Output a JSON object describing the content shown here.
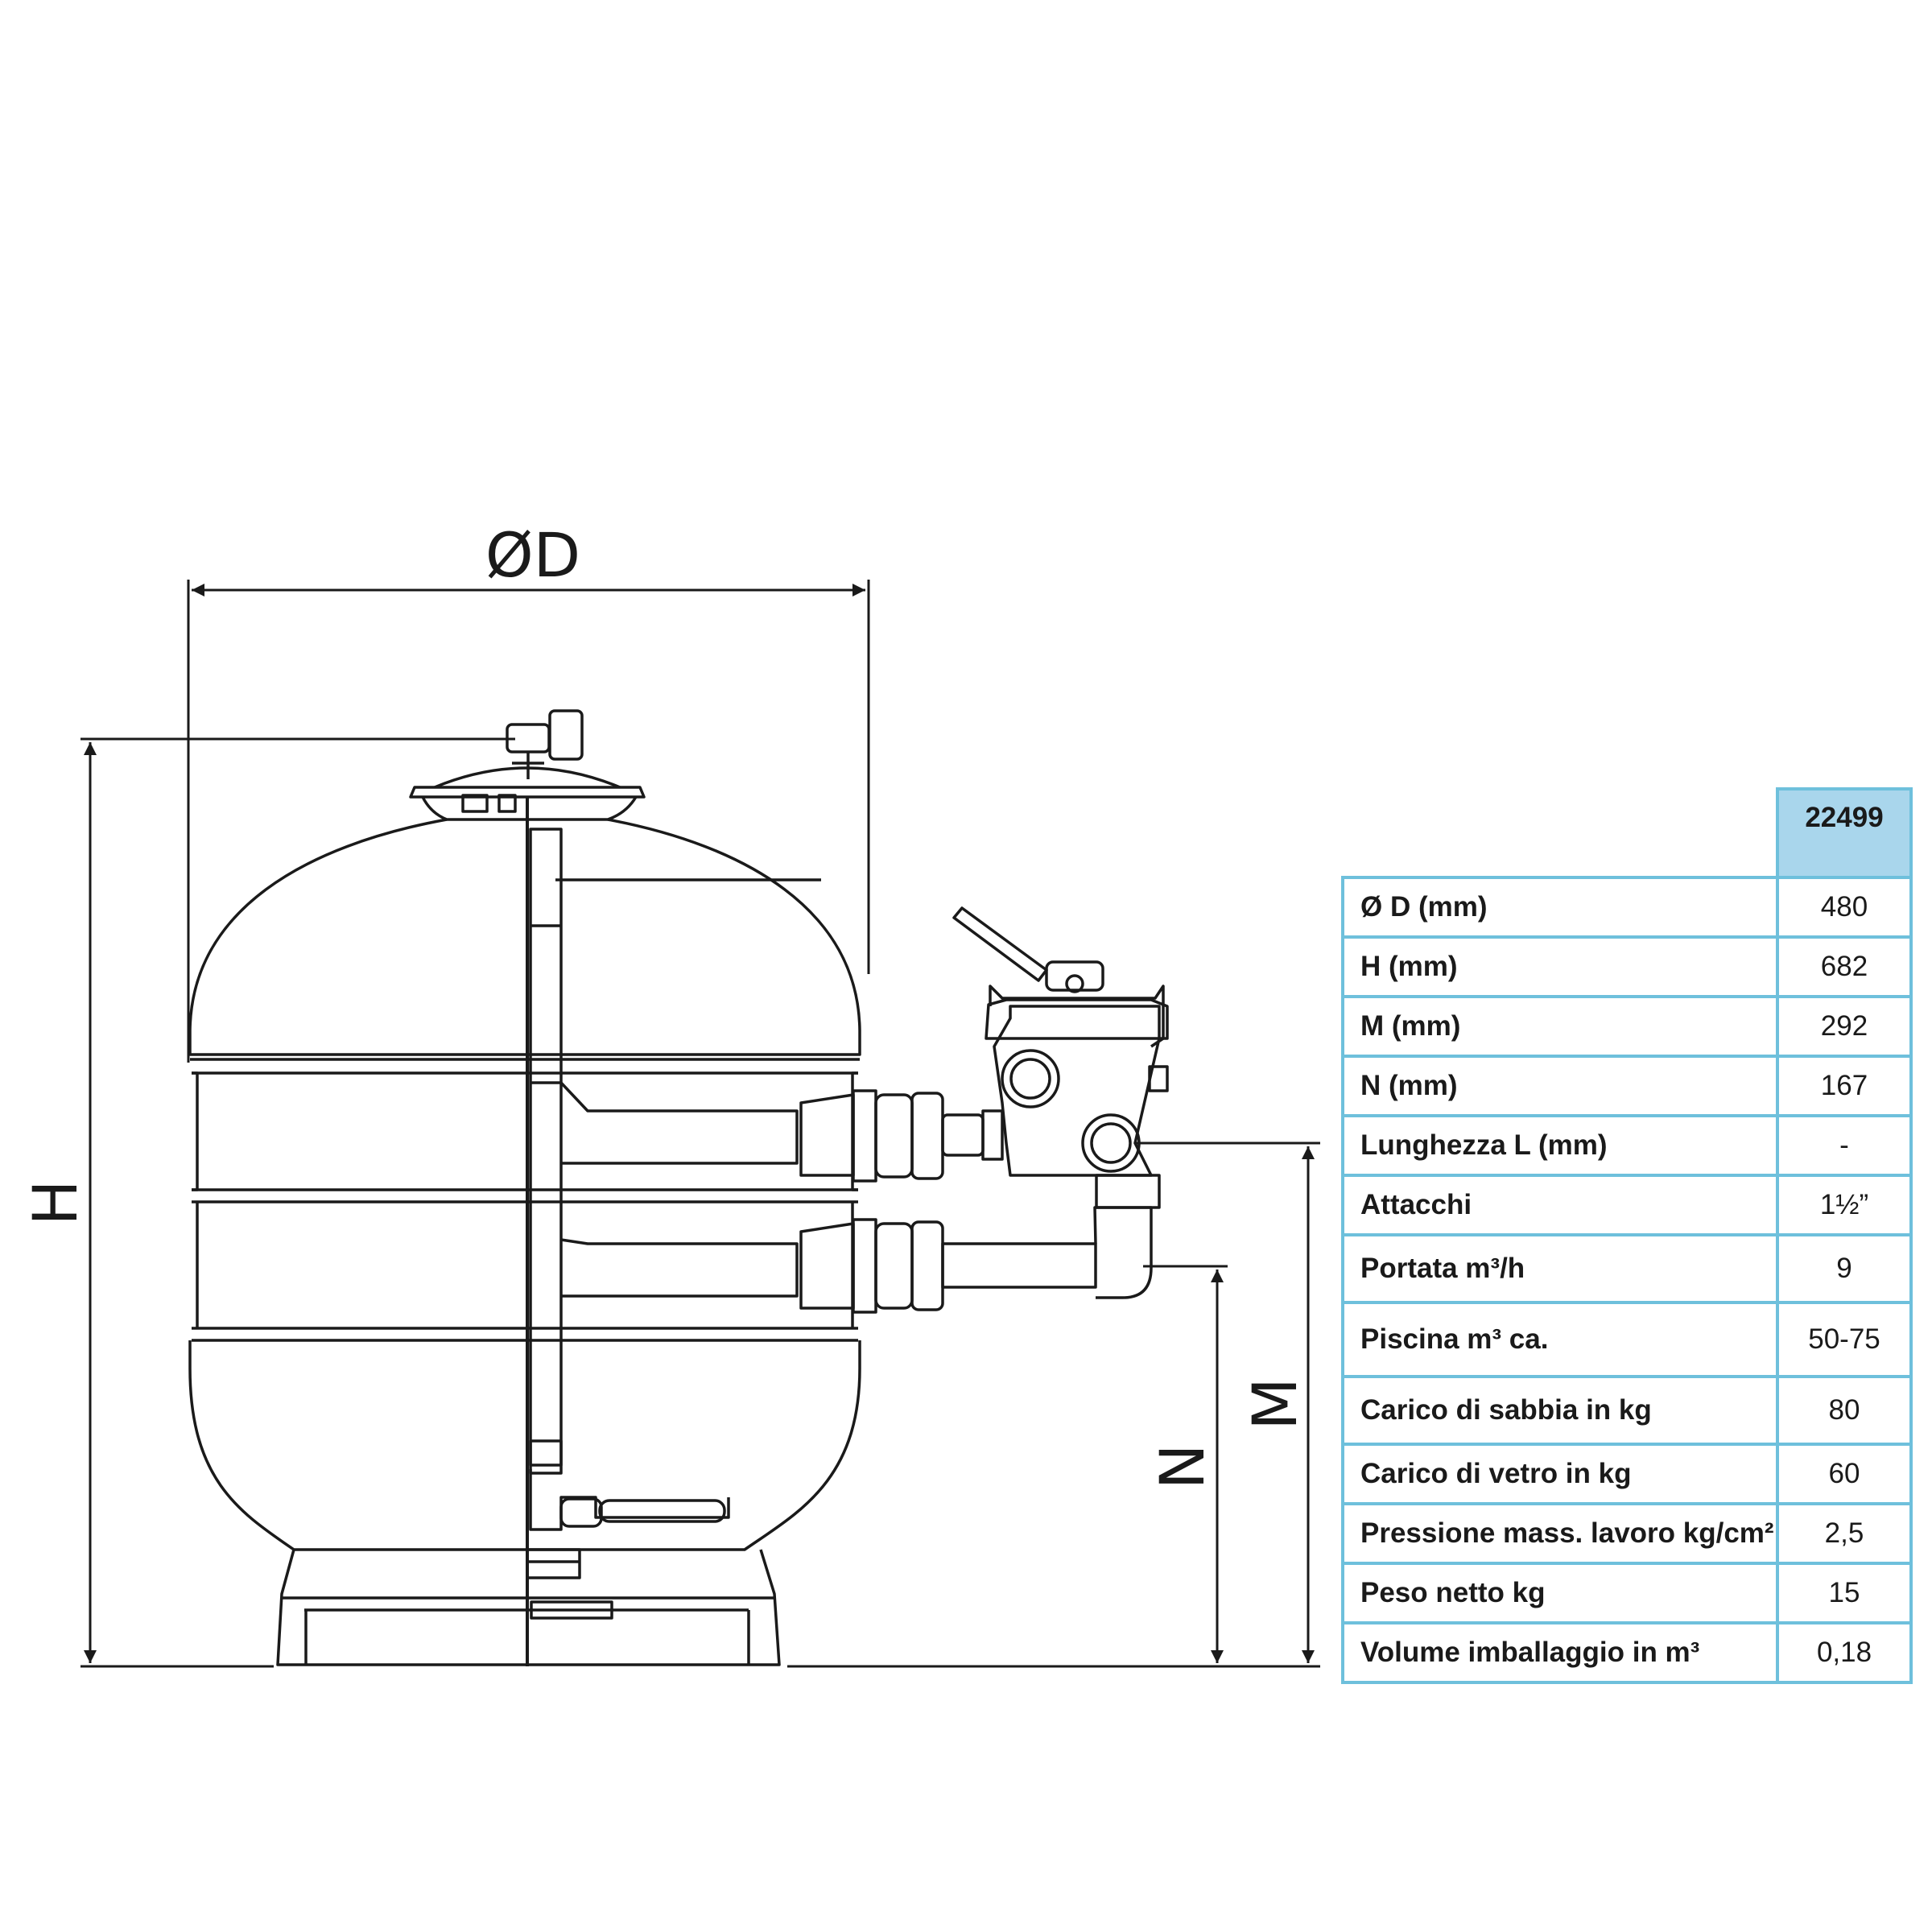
{
  "dimensions": {
    "diameter": "ØD",
    "height": "H",
    "m": "M",
    "n": "N"
  },
  "table": {
    "model": "22499",
    "rows": [
      {
        "label": "Ø D (mm)",
        "value": "480"
      },
      {
        "label": "H (mm)",
        "value": "682"
      },
      {
        "label": "M (mm)",
        "value": "292"
      },
      {
        "label": "N (mm)",
        "value": "167"
      },
      {
        "label": "Lunghezza L (mm)",
        "value": "-"
      },
      {
        "label": "Attacchi",
        "value": "1½”"
      },
      {
        "label": "Portata m³/h",
        "value": "9"
      },
      {
        "label": "Piscina m³ ca.",
        "value": "50-75"
      },
      {
        "label": "Carico di sabbia in kg",
        "value": "80"
      },
      {
        "label": "Carico di vetro in kg",
        "value": "60"
      },
      {
        "label": "Pressione mass. lavoro kg/cm²",
        "value": "2,5"
      },
      {
        "label": "Peso netto kg",
        "value": "15"
      },
      {
        "label": "Volume imballaggio in m³",
        "value": "0,18"
      }
    ]
  },
  "colors": {
    "line": "#1a1a1a",
    "table_border": "#6ec0dc",
    "table_header_fill": "#a9d6ec"
  }
}
